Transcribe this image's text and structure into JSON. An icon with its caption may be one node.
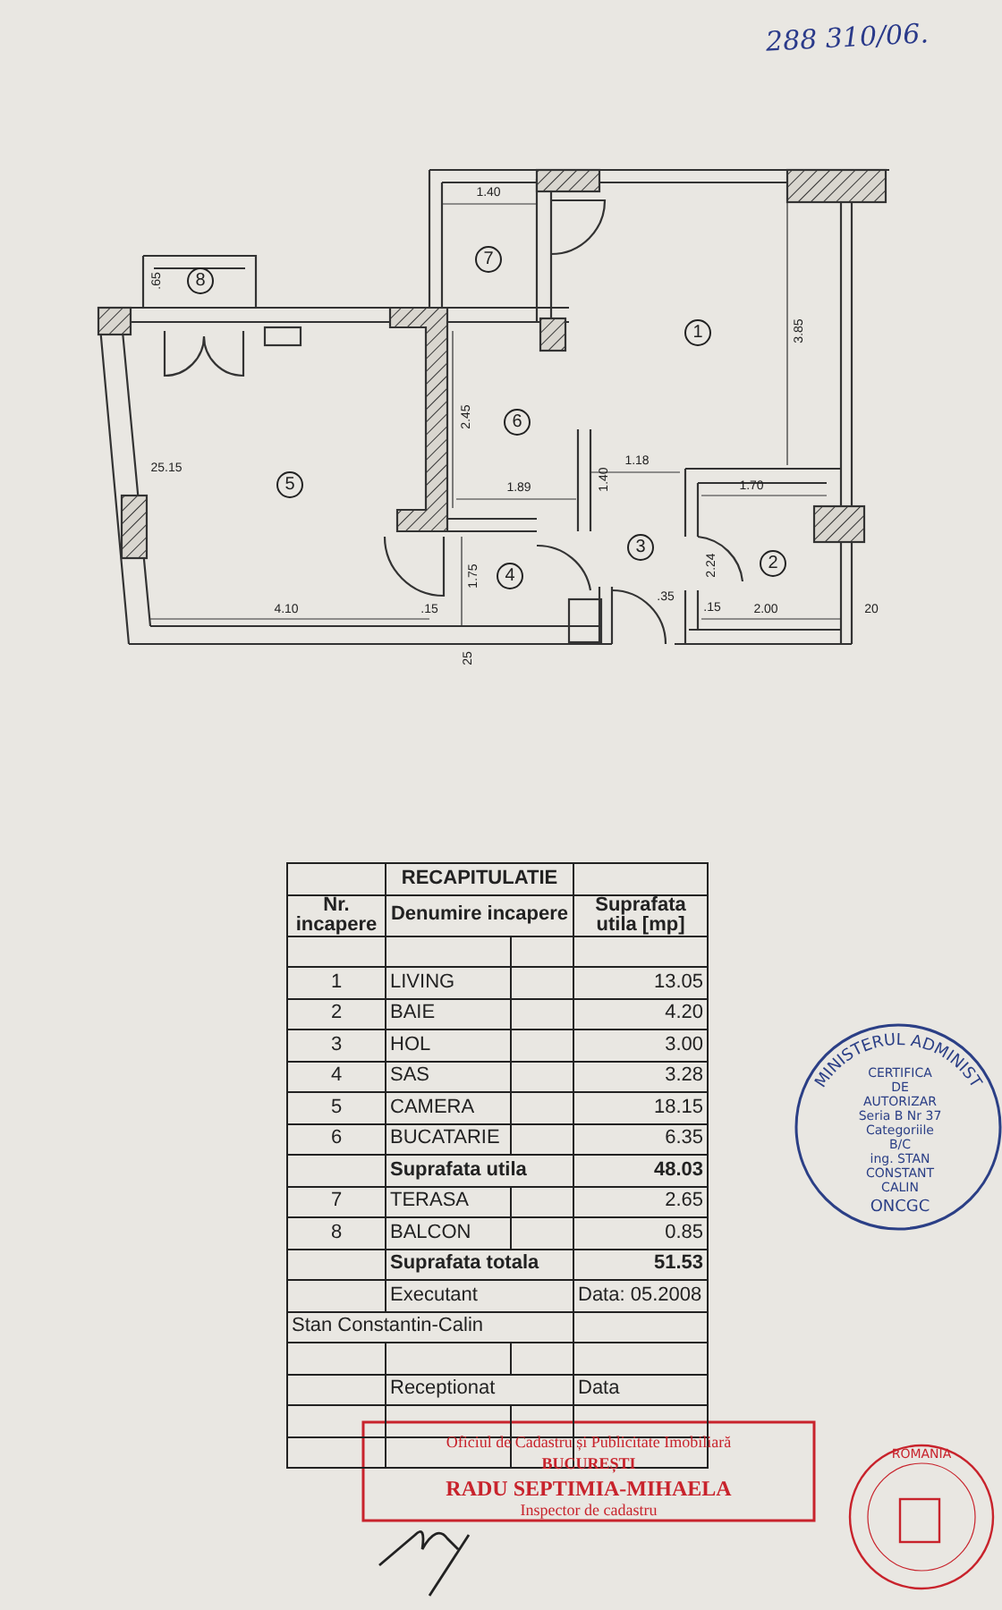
{
  "diagram": {
    "labels": [
      "288 310/06.",
      "1.40",
      "7",
      ".65",
      "8",
      "1",
      "3.85",
      "2.45",
      "6",
      "25.15",
      "5",
      "1.18",
      "1.40",
      "1.89",
      "1.70",
      "2.24",
      "2",
      "3",
      "4",
      "1.75",
      "4.10",
      ".15",
      ".35",
      ".15",
      "2.00",
      "20",
      "25",
      "RECAPITULATIE",
      "Nr. incapere",
      "Denumire incapere",
      "Suprafata utila [mp]",
      "1",
      "LIVING",
      "13.05",
      "2",
      "BAIE",
      "4.20",
      "3",
      "HOL",
      "3.00",
      "4",
      "SAS",
      "3.28",
      "5",
      "CAMERA",
      "18.15",
      "6",
      "BUCATARIE",
      "6.35",
      "Suprafata utila",
      "48.03",
      "7",
      "TERASA",
      "2.65",
      "8",
      "BALCON",
      "0.85",
      "Suprafata totala",
      "51.53",
      "Executant",
      "Data: 05.2008",
      "Stan Constantin-Calin",
      "Receptionat",
      "Data",
      "MINISTERUL ADMINIST",
      "CERTIFICA",
      "DE",
      "AUTORIZAR",
      "Seria B Nr 37",
      "Categoriile",
      "B/C",
      "ing. STAN",
      "CONSTANT",
      "CALIN",
      "ONCGC",
      "Oficiul de Cadastru și Publicitate Imobiliară",
      "BUCUREȘTI",
      "RADU SEPTIMIA-MIHAELA",
      "Inspector de cadastru",
      "ROMANIA"
    ]
  }
}
